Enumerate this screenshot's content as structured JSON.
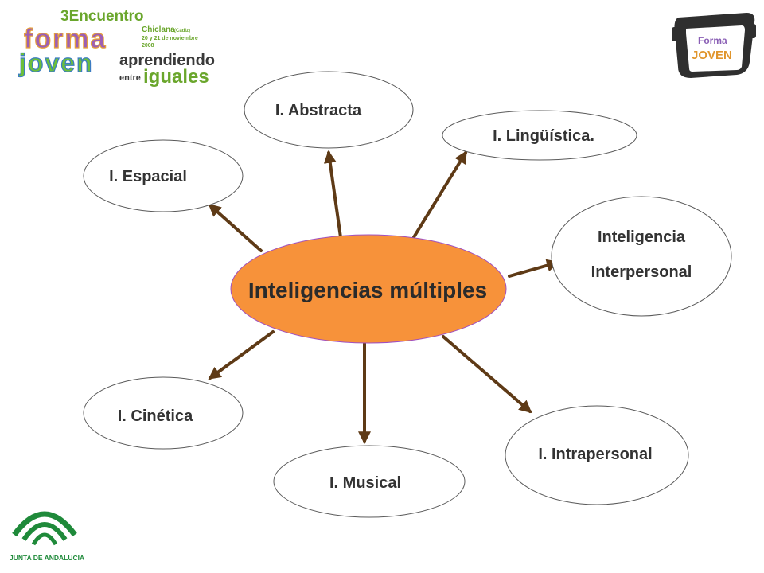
{
  "center": {
    "label": "Inteligencias múltiples",
    "fill": "#F7923A",
    "stroke": "#A050C0"
  },
  "arrow_color": "#5E3A16",
  "nodes": [
    {
      "id": "abstracta",
      "lines": [
        "I. Abstracta"
      ]
    },
    {
      "id": "linguistica",
      "lines": [
        "I.  Lingüística."
      ]
    },
    {
      "id": "espacial",
      "lines": [
        "I. Espacial"
      ]
    },
    {
      "id": "interpersonal",
      "lines": [
        "Inteligencia",
        "Interpersonal"
      ]
    },
    {
      "id": "cinetica",
      "lines": [
        "I. Cinética"
      ]
    },
    {
      "id": "musical",
      "lines": [
        "I. Musical"
      ]
    },
    {
      "id": "intrapersonal",
      "lines": [
        "I. Intrapersonal"
      ]
    }
  ],
  "logos": {
    "encuentro": {
      "line1": "3Encuentro",
      "word1": "forma",
      "word2": "joven",
      "place": "Chiclana",
      "province": "(Cádiz)",
      "dates": "20 y 21 de noviembre",
      "year": "2008",
      "tag1": "aprendiendo",
      "tag2": "entre",
      "tag3": "iguales"
    },
    "formajoven": {
      "line1": "Forma",
      "line2": "JOVEN"
    },
    "junta": {
      "text": "JUNTA DE ANDALUCIA"
    }
  }
}
